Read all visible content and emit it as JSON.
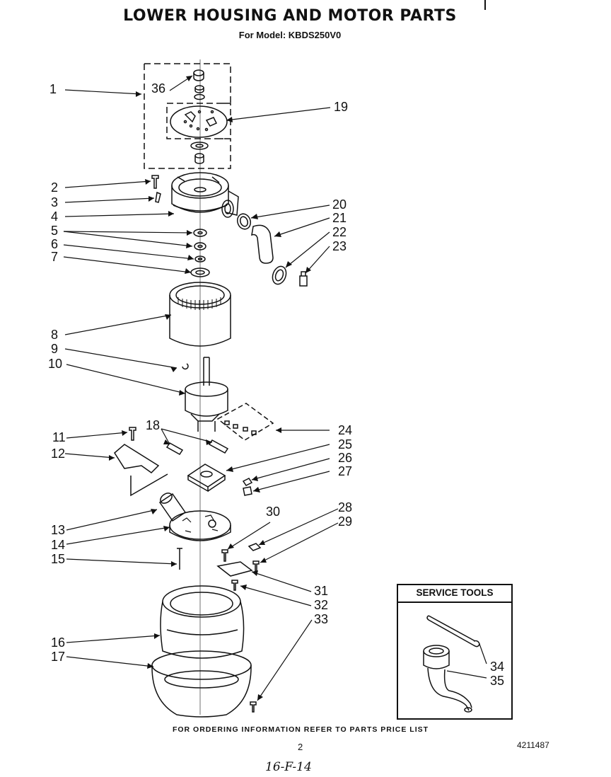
{
  "title": "LOWER HOUSING AND MOTOR PARTS",
  "model_line": "For Model: KBDS250V0",
  "callouts": {
    "c1": "1",
    "c2": "2",
    "c3": "3",
    "c4": "4",
    "c5": "5",
    "c6": "6",
    "c7": "7",
    "c8": "8",
    "c9": "9",
    "c10": "10",
    "c11": "11",
    "c12": "12",
    "c13": "13",
    "c14": "14",
    "c15": "15",
    "c16": "16",
    "c17": "17",
    "c18": "18",
    "c19": "19",
    "c20": "20",
    "c21": "21",
    "c22": "22",
    "c23": "23",
    "c24": "24",
    "c25": "25",
    "c26": "26",
    "c27": "27",
    "c28": "28",
    "c29": "29",
    "c30": "30",
    "c31": "31",
    "c32": "32",
    "c33": "33",
    "c34": "34",
    "c35": "35",
    "c36": "36"
  },
  "service_tools": {
    "title": "SERVICE TOOLS"
  },
  "footer": {
    "ordering": "FOR ORDERING INFORMATION REFER TO PARTS PRICE LIST",
    "page": "2",
    "doc_number": "4211487",
    "handwritten": "16-F-14"
  }
}
